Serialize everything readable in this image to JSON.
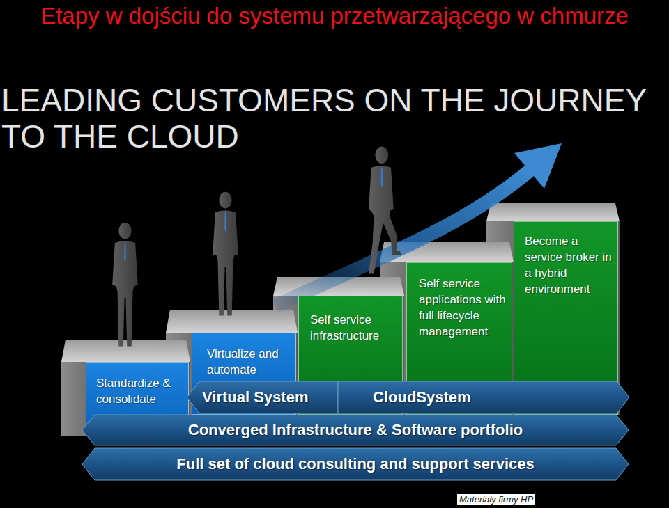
{
  "diagram": {
    "title": "Etapy w dojściu do systemu przetwarzającego w chmurze",
    "nodes": [
      {
        "text": [
          "Standardize & consolidate"
        ]
      },
      {
        "text": [
          "Virtualize and automate"
        ]
      },
      {
        "text": [
          "Self service infrastructure"
        ]
      },
      {
        "text": [
          "Self service applications with full lifecycle management"
        ]
      },
      {
        "text": [
          "Become a service broker in a hybrid environment"
        ]
      },
      {
        "text": [
          "Virtual System"
        ]
      },
      {
        "text": [
          "CloudSystem"
        ]
      },
      {
        "text": [
          "Converged Infrastructure & Software portfolio"
        ]
      },
      {
        "text": [
          "Full set of cloud consulting and support services"
        ]
      }
    ],
    "labels": [
      "LEADING CUSTOMERS ON THE JOURNEY TO THE CLOUD",
      "Materiały firmy HP"
    ]
  }
}
